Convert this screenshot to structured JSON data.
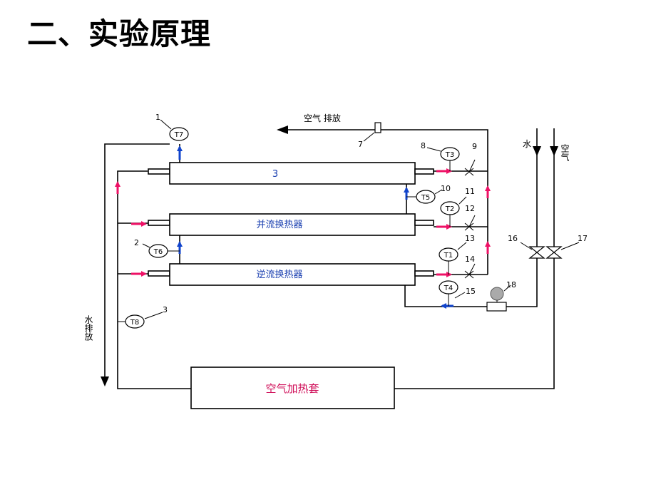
{
  "slide": {
    "title": "二、实验原理"
  },
  "diagram": {
    "labels": {
      "air_exhaust": "空气 排放",
      "water_in": "水",
      "air_in": "空气",
      "water_out": "水排放",
      "exchanger_top_number": "3",
      "parallel_exchanger": "并流换热器",
      "counter_exchanger": "逆流换热器",
      "heater": "空气加热套"
    },
    "instruments": {
      "T7": "T7",
      "T3": "T3",
      "T5": "T5",
      "T2": "T2",
      "T6": "T6",
      "T1": "T1",
      "T4": "T4",
      "T8": "T8"
    },
    "numbers": {
      "n1": "1",
      "n2": "2",
      "n3": "3",
      "n7": "7",
      "n8": "8",
      "n9": "9",
      "n10": "10",
      "n11": "11",
      "n12": "12",
      "n13": "13",
      "n14": "14",
      "n15": "15",
      "n16": "16",
      "n17": "17",
      "n18": "18"
    },
    "colors": {
      "hot_arrow": "#ee1166",
      "cold_arrow": "#1144cc",
      "label_blue": "#1a3fb0",
      "label_red": "#d0105a"
    }
  }
}
